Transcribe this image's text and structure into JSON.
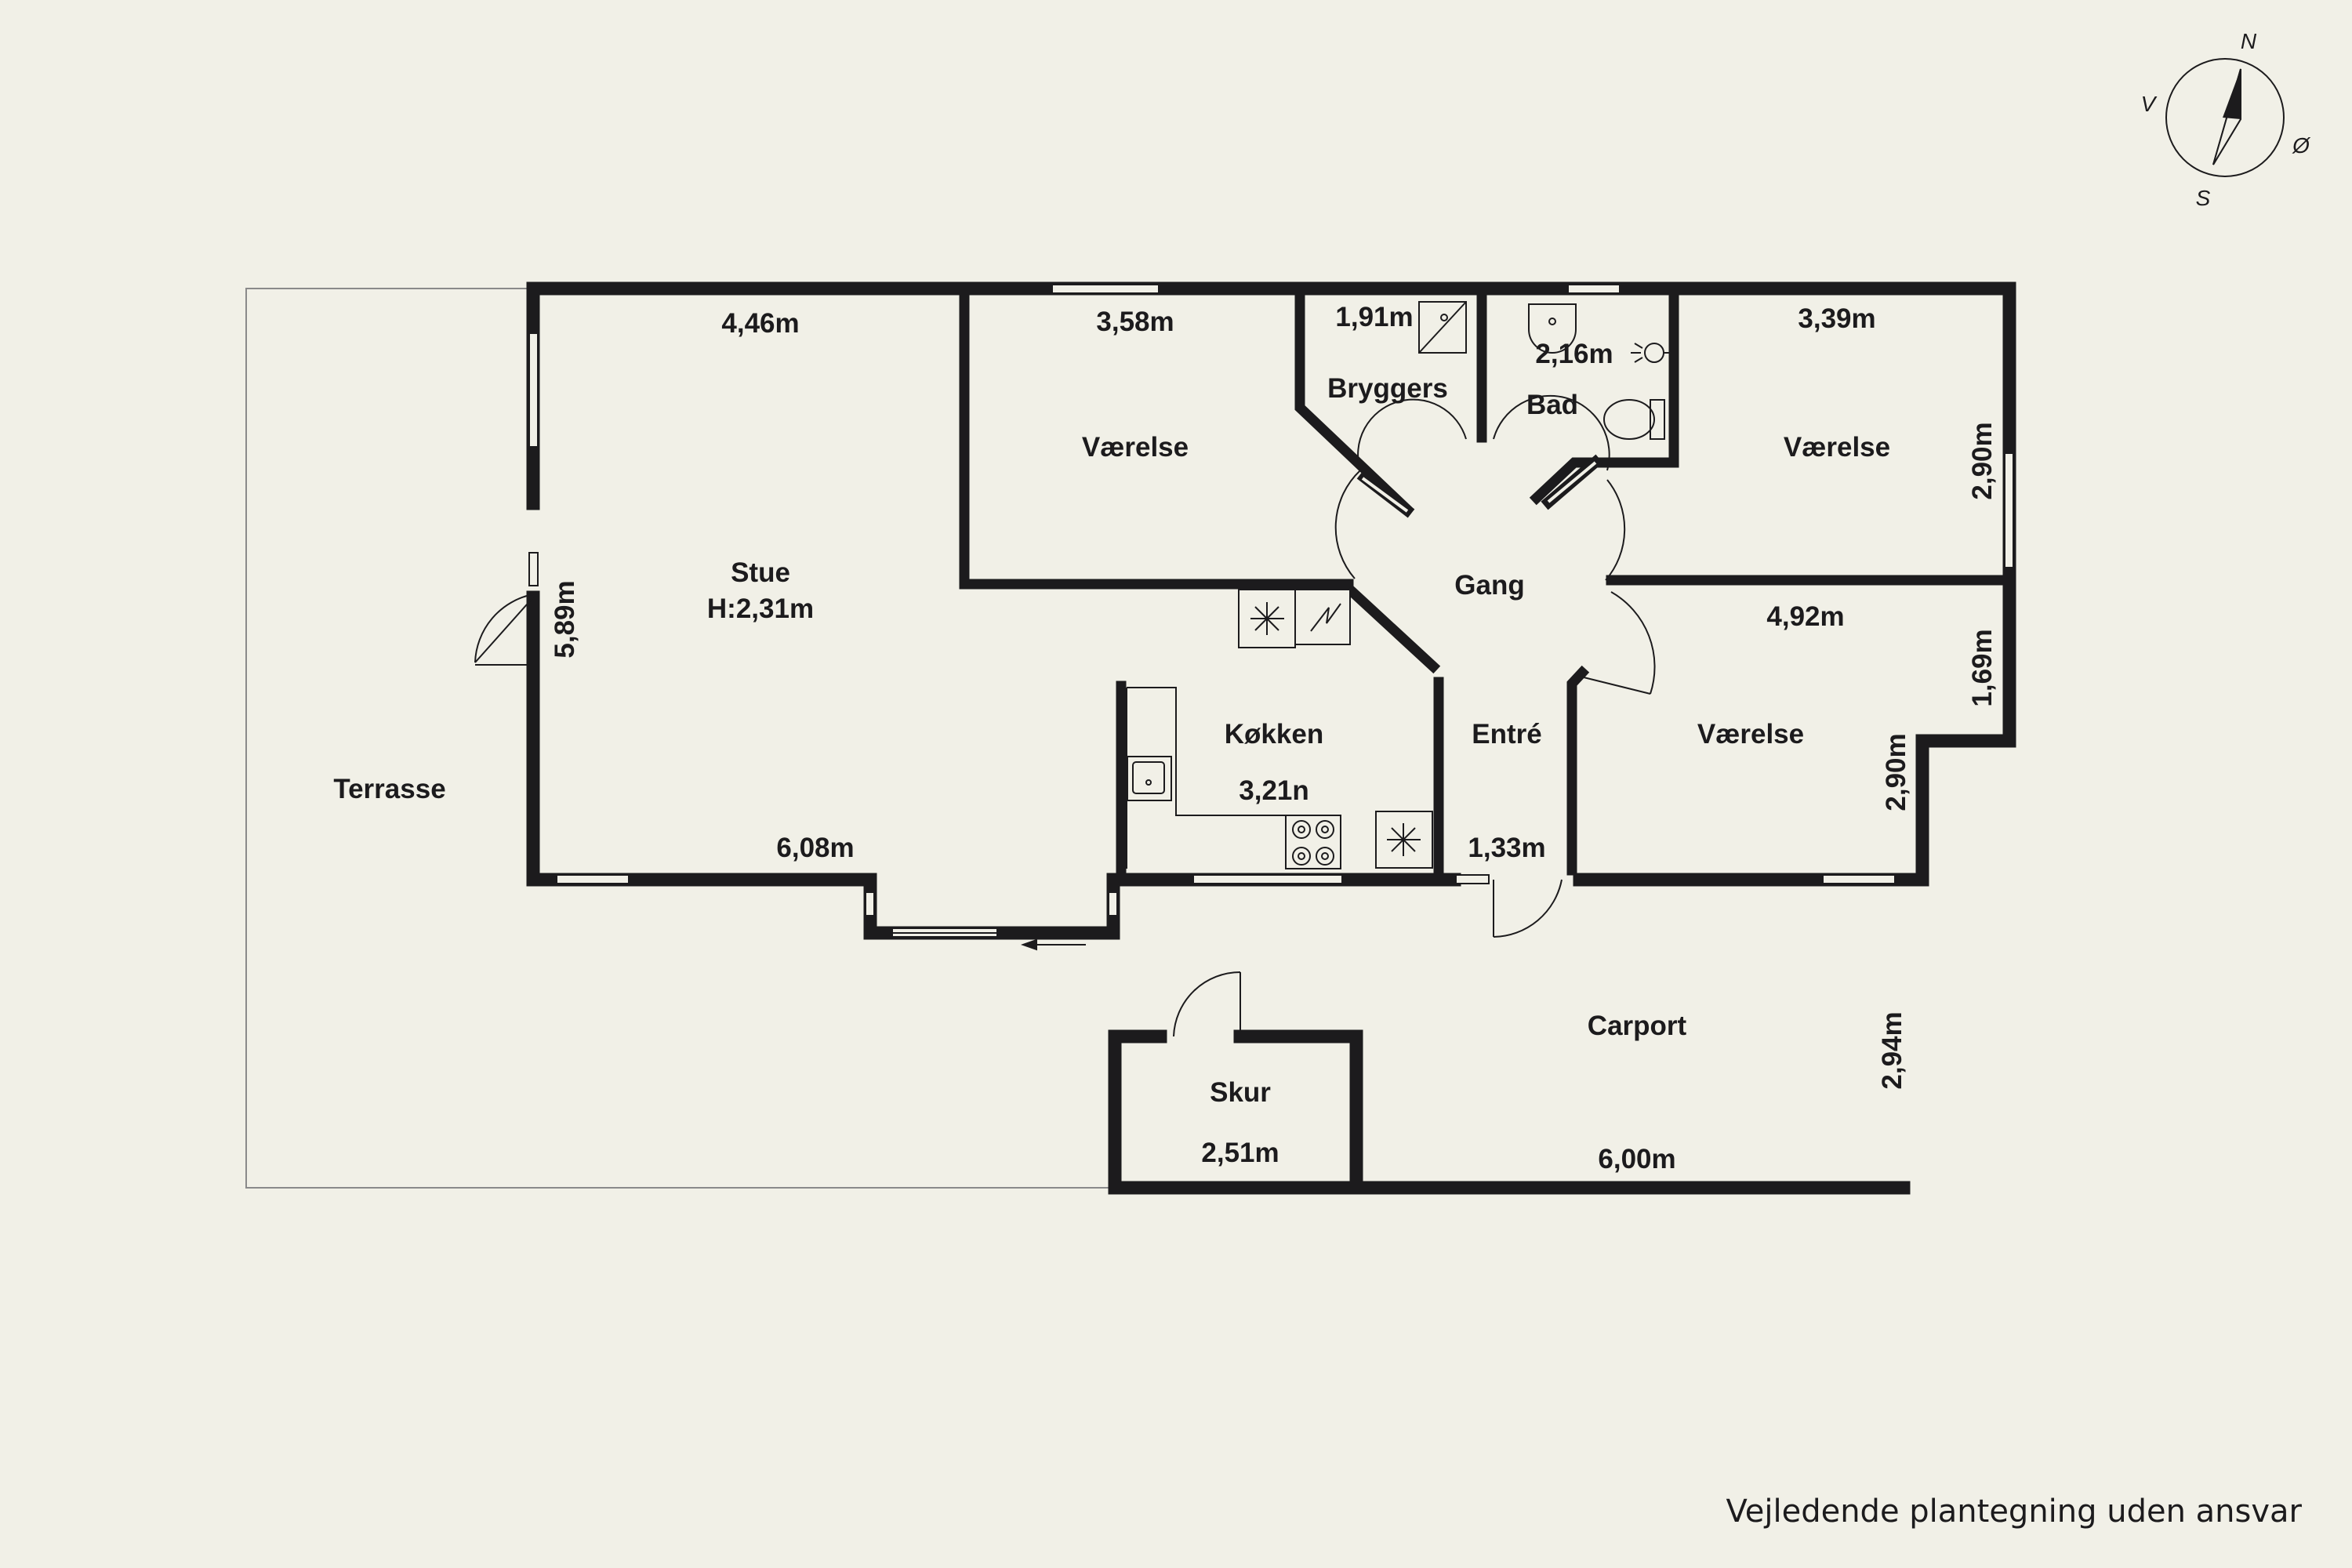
{
  "rooms": {
    "stue": {
      "name": "Stue",
      "height": "H:2,31m",
      "dim_top": "4,46m",
      "dim_side": "5,89m",
      "dim_bottom": "6,08m"
    },
    "vaerelse_1": {
      "name": "Værelse",
      "dim_top": "3,58m"
    },
    "bryggers": {
      "name": "Bryggers",
      "dim_top": "1,91m"
    },
    "bad": {
      "name": "Bad",
      "dim_top": "2,16m"
    },
    "vaerelse_2": {
      "name": "Værelse",
      "dim_top": "3,39m",
      "dim_side": "2,90m"
    },
    "gang": {
      "name": "Gang"
    },
    "koekken": {
      "name": "Køkken",
      "dim_bottom": "3,21n"
    },
    "entre": {
      "name": "Entré",
      "dim_bottom": "1,33m"
    },
    "vaerelse_3": {
      "name": "Værelse",
      "dim_top": "4,92m",
      "dim_side_upper": "1,69m",
      "dim_side_lower": "2,90m"
    },
    "terrasse": {
      "name": "Terrasse"
    },
    "carport": {
      "name": "Carport",
      "dim_side": "2,94m",
      "dim_bottom": "6,00m"
    },
    "skur": {
      "name": "Skur",
      "dim_bottom": "2,51m"
    }
  },
  "compass": {
    "north": "N",
    "south": "S",
    "east": "Ø",
    "west": "V"
  },
  "footer": {
    "disclaimer": "Vejledende plantegning uden ansvar"
  },
  "colors": {
    "background": "#f1f0e7",
    "wall": "#1c1b1d"
  }
}
